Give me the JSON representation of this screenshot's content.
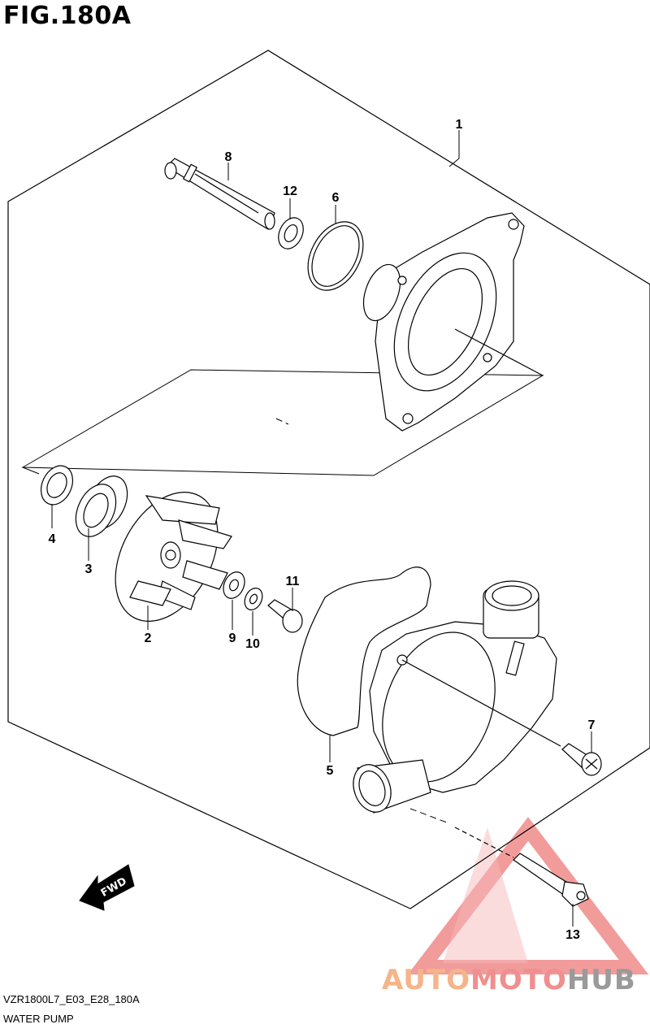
{
  "figure": {
    "title": "FIG.180A",
    "model_code": "VZR1800L7_E03_E28_180A",
    "caption": "WATER PUMP"
  },
  "callouts": [
    "1",
    "2",
    "3",
    "4",
    "5",
    "6",
    "7",
    "8",
    "9",
    "10",
    "11",
    "12",
    "13"
  ],
  "direction_arrow": {
    "label": "FWD",
    "icon": "fwd-arrow-icon"
  },
  "watermark": {
    "part1": "AUTO",
    "part2": "MOTO",
    "part3": "HUB",
    "colors": {
      "part1": "#f5b48a",
      "part2": "#ef8f8f",
      "part3": "#9a9a9a",
      "triangle": "#e84a4a"
    }
  }
}
